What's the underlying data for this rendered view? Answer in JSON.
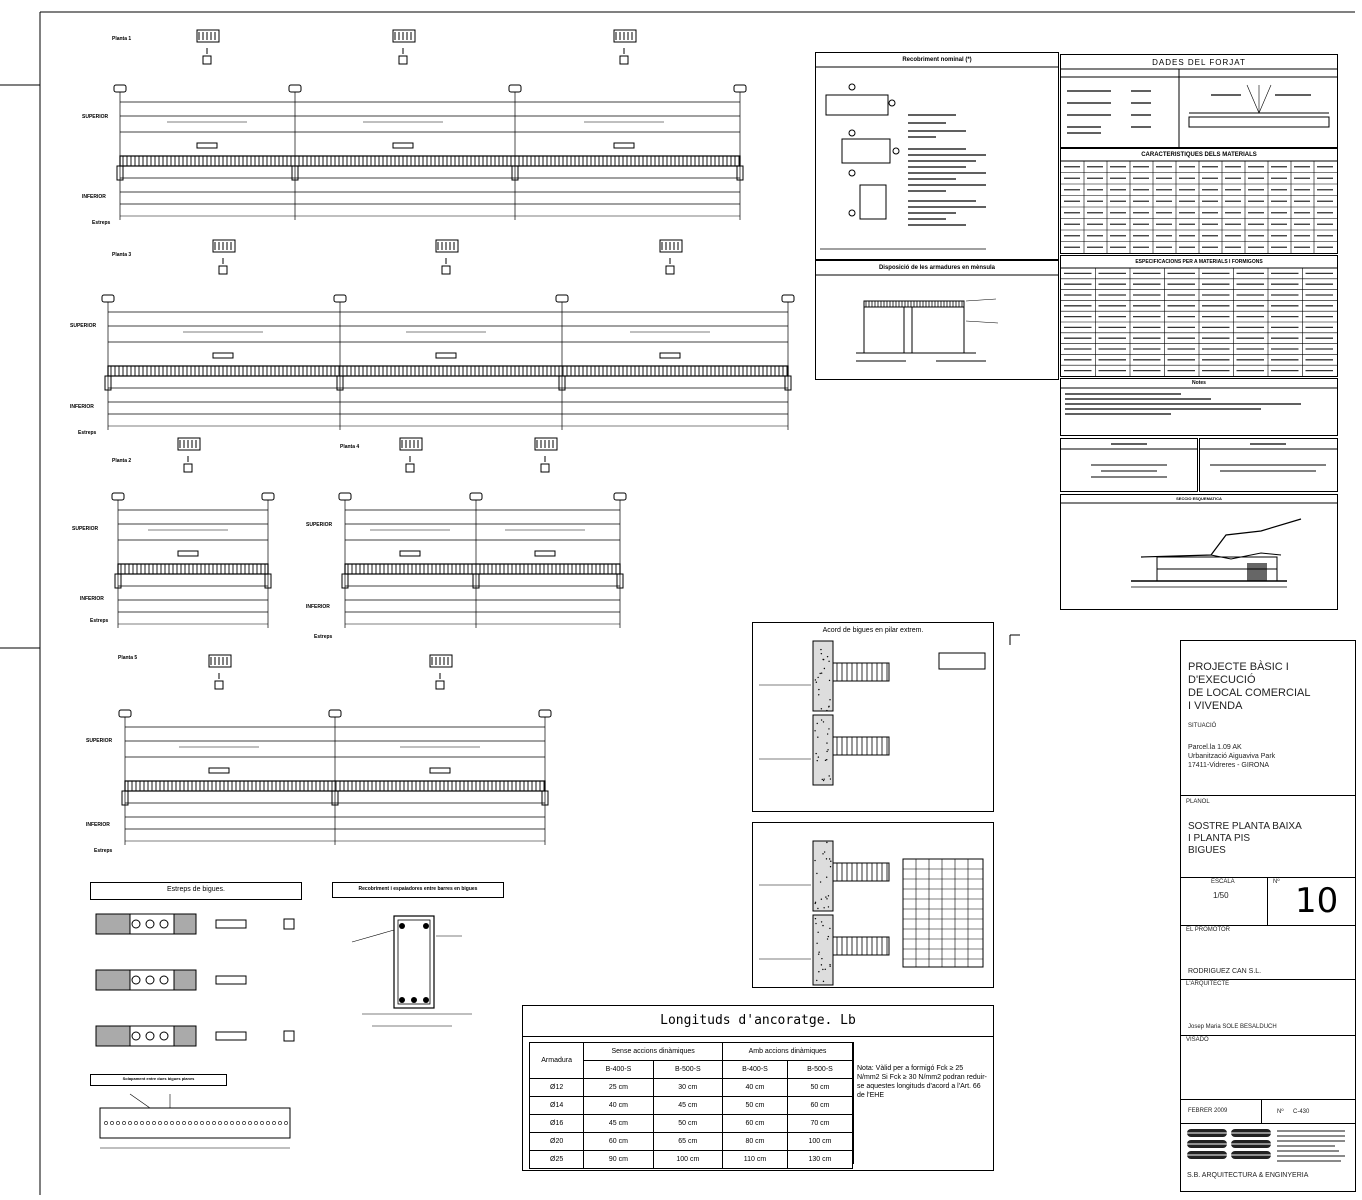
{
  "beams": [
    {
      "name": "Planta 1"
    },
    {
      "name": "Planta 3"
    },
    {
      "name": "Planta 2"
    },
    {
      "name": "Planta 4"
    },
    {
      "name": "Planta 5"
    }
  ],
  "labels": {
    "superior": "SUPERIOR",
    "inferior": "INFERIOR",
    "estreps": "Estreps"
  },
  "panels": {
    "recobriment": "Recobriment nominal (*)",
    "dades_forjat": "DADES DEL FORJAT",
    "caracteristiques": "CARACTERISTIQUES DELS MATERIALS",
    "especificacions": "ESPECIFICACIONS PER A MATERIALS I FORMIGONS",
    "notes": "Notes",
    "disposicio": "Disposició de les armadures en mènsula",
    "seccio": "SECCIO ESQUEMATICA",
    "acord": "Acord de bigues en pilar extrem.",
    "estreps_bigues": "Estreps de bigues.",
    "recobriment_bigues": "Recobriment i espaiadores entre barres en bigues",
    "solapament": "Solapament entre dues bigues planes"
  },
  "anchorage": {
    "title": "Longituds d'ancoratge. Lb",
    "col_armadura": "Armadura",
    "group_sense": "Sense accions dinàmiques",
    "group_amb": "Amb accions dinàmiques",
    "sub": [
      "B-400-S",
      "B-500-S",
      "B-400-S",
      "B-500-S"
    ],
    "rows": [
      [
        "Ø12",
        "25 cm",
        "30 cm",
        "40 cm",
        "50 cm"
      ],
      [
        "Ø14",
        "40 cm",
        "45 cm",
        "50 cm",
        "60 cm"
      ],
      [
        "Ø16",
        "45 cm",
        "50 cm",
        "60 cm",
        "70 cm"
      ],
      [
        "Ø20",
        "60 cm",
        "65 cm",
        "80 cm",
        "100 cm"
      ],
      [
        "Ø25",
        "90 cm",
        "100 cm",
        "110 cm",
        "130 cm"
      ]
    ],
    "note": "Nota: Vàlid per a formigó Fck ≥ 25 N/mm2 Si Fck ≥ 30 N/mm2 podran reduir-se aquestes longituds d'acord a l'Art. 66 de l'EHE"
  },
  "title_block": {
    "project": [
      "PROJECTE BÀSIC I",
      "D'EXECUCIÓ",
      "DE LOCAL COMERCIAL",
      "I VIVENDA"
    ],
    "situacio_label": "SITUACIÓ",
    "situacio": [
      "Parcel.la 1.09 AK",
      "Urbanització Aiguaviva Park",
      "17411-Vidreres - GIRONA"
    ],
    "plano_label": "PLANOL",
    "plano": [
      "SOSTRE PLANTA BAIXA",
      "I PLANTA PIS",
      "BIGUES"
    ],
    "escala_label": "ESCALA",
    "escala": "1/50",
    "num_label": "Nº",
    "num": "10",
    "promotor_label": "EL PROMOTOR",
    "promotor": "RODRIGUEZ CAN S.L.",
    "arquitecte_label": "L'ARQUITECTE",
    "arquitecte": "Josep Maria SOLE BESALDUCH",
    "visado_label": "VISADO",
    "data": "FEBRER 2009",
    "ref_label": "Nº",
    "ref": "C-430",
    "firm": "S.B. ARQUITECTURA & ENGINYERIA"
  }
}
